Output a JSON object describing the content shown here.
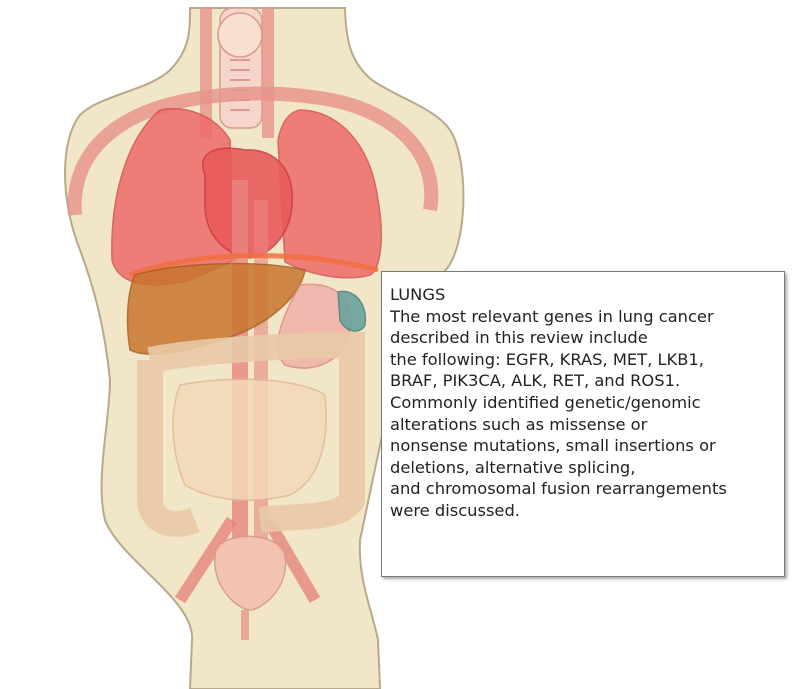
{
  "tooltip": {
    "title": "LUNGS",
    "lines": [
      "The most relevant genes in lung cancer",
      "described in this review include",
      "the following: EGFR, KRAS, MET, LKB1,",
      "BRAF, PIK3CA, ALK, RET, and ROS1.",
      "Commonly identified genetic/genomic",
      "alterations such as missense or",
      "nonsense mutations, small insertions or",
      "deletions, alternative splicing,",
      "and chromosomal fusion rearrangements",
      "were discussed."
    ]
  },
  "colors": {
    "skin": "#f2e6c8",
    "skin_outline": "#b9a98c",
    "lung": "#ee6a6a",
    "heart": "#e95a5a",
    "liver": "#c9752e",
    "vessel": "#e8867e",
    "intestine": "#e9c9a6",
    "spleen": "#6aa39d"
  }
}
